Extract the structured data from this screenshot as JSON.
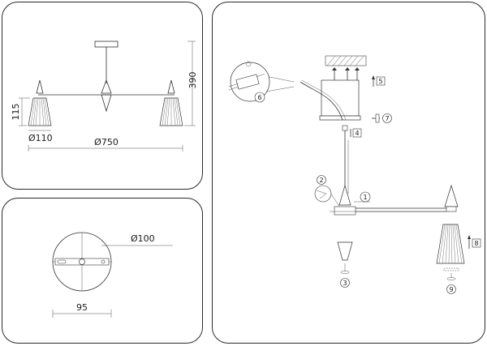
{
  "dimensions": {
    "height_total": "390",
    "shade_height": "115",
    "shade_diameter": "Ø110",
    "span_diameter": "Ø750",
    "plate_diameter": "Ø100",
    "plate_width": "95"
  },
  "steps": [
    "1",
    "2",
    "3",
    "4",
    "5",
    "6",
    "7",
    "8",
    "9"
  ],
  "icons": {
    "step_marker": "circled-number-icon",
    "up_arrow": "arrow-up-icon",
    "down_arrow": "arrow-down-icon"
  }
}
